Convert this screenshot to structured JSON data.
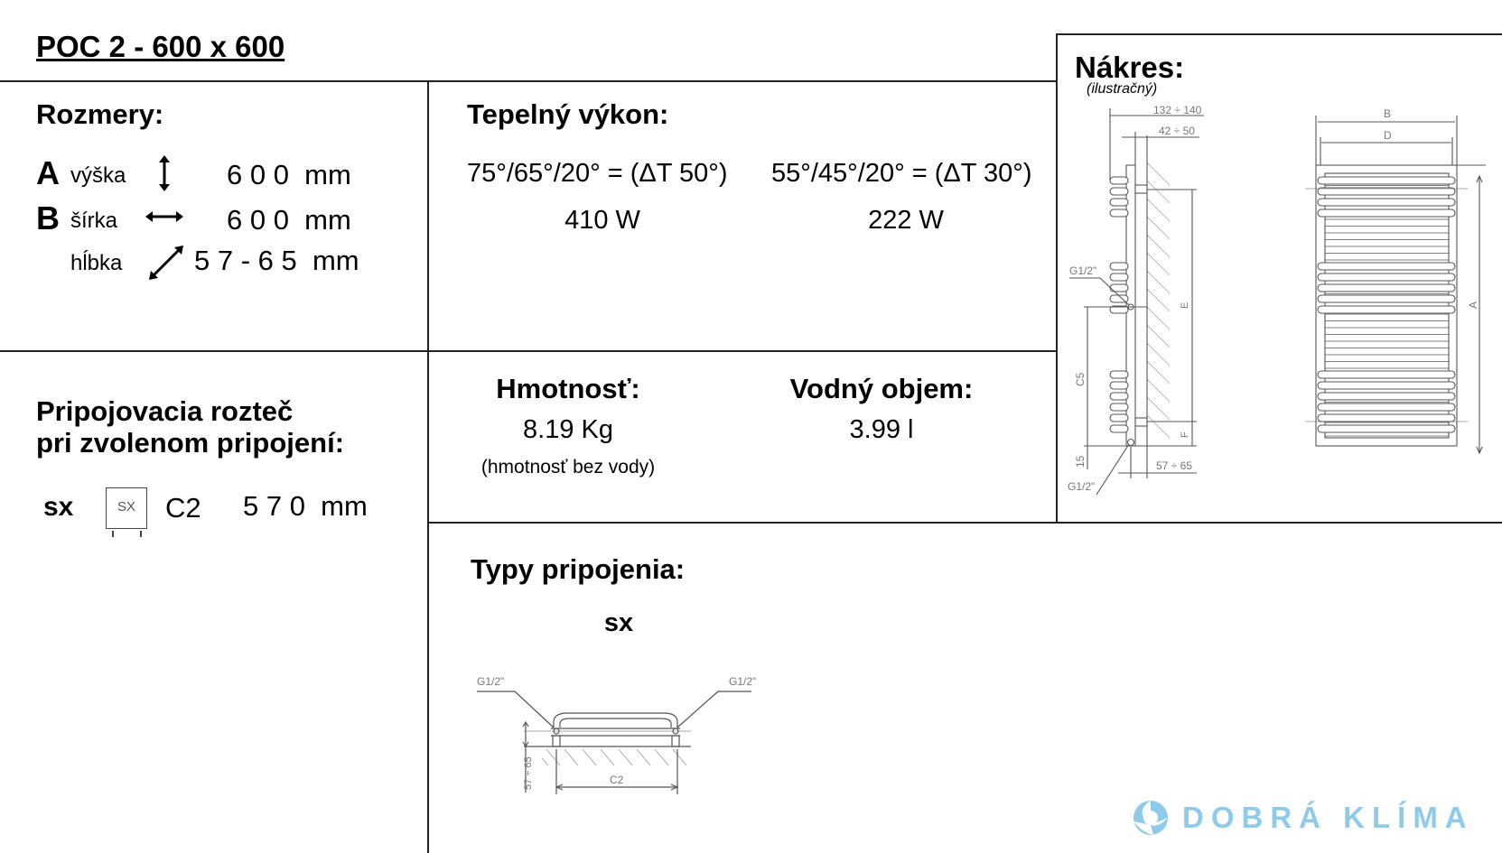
{
  "title": "POC 2 - 600 x 600",
  "dimensions": {
    "heading": "Rozmery:",
    "rows": [
      {
        "letter": "A",
        "label": "výška",
        "icon": "vertical-arrow-icon",
        "value": "6 0 0  mm"
      },
      {
        "letter": "B",
        "label": "šírka",
        "icon": "horizontal-arrow-icon",
        "value": "6 0 0  mm"
      },
      {
        "letter": "",
        "label": "hĺbka",
        "icon": "diagonal-arrow-icon",
        "value": "5 7 - 6 5  mm"
      }
    ]
  },
  "heat_output": {
    "heading": "Tepelný výkon:",
    "cols": [
      {
        "condition": "75°/65°/20° = (ΔT 50°)",
        "value": "410 W"
      },
      {
        "condition": "55°/45°/20° = (ΔT 30°)",
        "value": "222 W"
      }
    ]
  },
  "weight": {
    "heading": "Hmotnosť:",
    "value": "8.19 Kg",
    "note": "(hmotnosť bez vody)"
  },
  "water": {
    "heading": "Vodný objem:",
    "value": "3.99 l"
  },
  "spacing": {
    "heading_line1": "Pripojovacia rozteč",
    "heading_line2": "pri zvolenom pripojení:",
    "type": "sx",
    "icon_label": "SX",
    "dim": "C2",
    "value": "5 7 0  mm"
  },
  "connection_types": {
    "heading": "Typy pripojenia:",
    "type": "sx",
    "drawing": {
      "g_left": "G1/2\"",
      "g_right": "G1/2\"",
      "depth": "57 ÷ 65",
      "c2": "C2"
    }
  },
  "drawing": {
    "heading": "Nákres:",
    "subheading": "(ilustračný)",
    "labels": {
      "d1": "132 ÷ 140",
      "d2": "42 ÷ 50",
      "g_top": "G1/2\"",
      "g_bottom": "G1/2\"",
      "e": "E",
      "f": "F",
      "c5": "C5",
      "d15": "15",
      "d57": "57 ÷ 65",
      "b": "B",
      "d": "D",
      "a": "A"
    }
  },
  "logo": {
    "text": "DOBRÁ KLÍMA",
    "color": "#8ecbea"
  }
}
